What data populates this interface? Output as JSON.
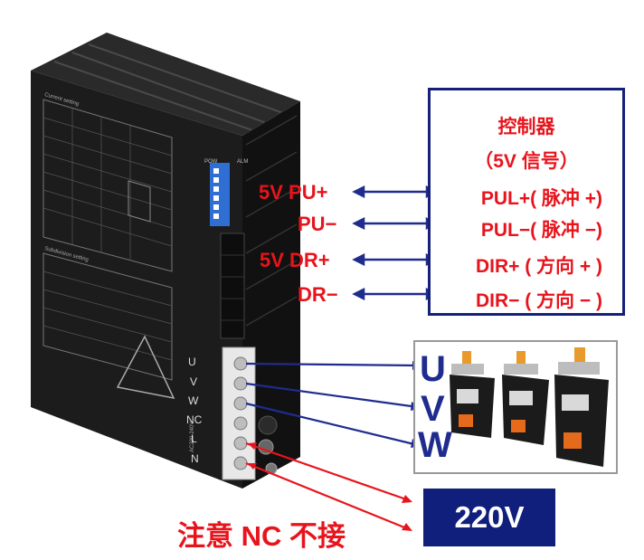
{
  "controller": {
    "title": "控制器",
    "subtitle": "（5V 信号）",
    "lines": [
      "PUL+( 脉冲 +)",
      "PUL−( 脉冲 −)",
      "DIR+ ( 方向 + )",
      "DIR− ( 方向 − )"
    ]
  },
  "driver_labels": [
    "5V PU+",
    "PU−",
    "5V DR+",
    "DR−"
  ],
  "motor_phases": [
    "U",
    "V",
    "W"
  ],
  "power_terminals": [
    "U",
    "V",
    "W",
    "NC",
    "L",
    "N"
  ],
  "power_box": "220V",
  "note": "注意 NC 不接",
  "device_panel": {
    "pow": "POW",
    "alm": "ALM",
    "current_setting": "Current setting",
    "subdivision_setting": "Subdivision setting",
    "ac_input": "AC220-240V"
  },
  "colors": {
    "red": "#e8141c",
    "navy": "#15207a",
    "blue_arrow": "#1f2c8e",
    "device_dark": "#1c1c1c"
  }
}
